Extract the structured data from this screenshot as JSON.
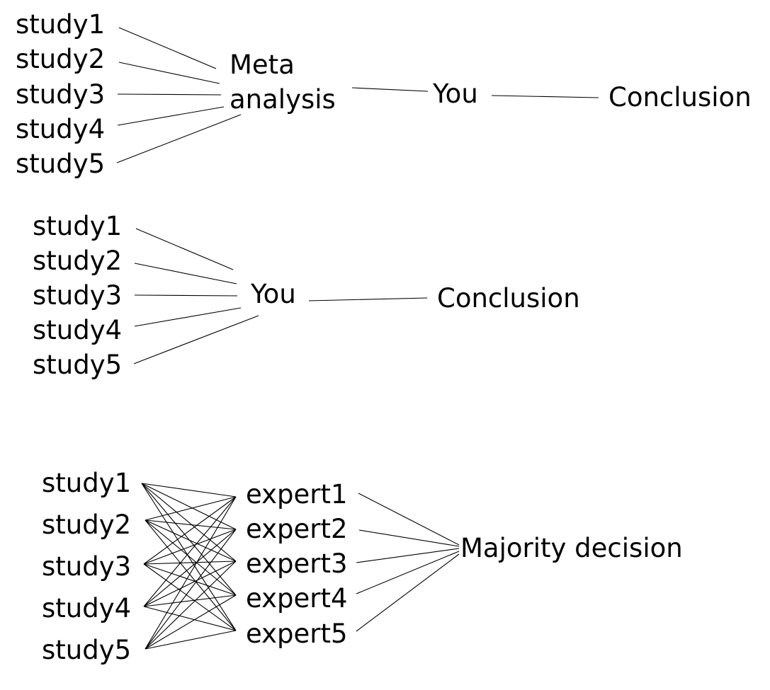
{
  "diagram1": {
    "studies": [
      "study1",
      "study2",
      "study3",
      "study4",
      "study5"
    ],
    "meta_line1": "Meta",
    "meta_line2": "analysis",
    "you": "You",
    "conclusion": "Conclusion"
  },
  "diagram2": {
    "studies": [
      "study1",
      "study2",
      "study3",
      "study4",
      "study5"
    ],
    "you": "You",
    "conclusion": "Conclusion"
  },
  "diagram3": {
    "studies": [
      "study1",
      "study2",
      "study3",
      "study4",
      "study5"
    ],
    "experts": [
      "expert1",
      "expert2",
      "expert3",
      "expert4",
      "expert5"
    ],
    "decision": "Majority decision"
  },
  "colors": {
    "ink": "#000000",
    "background": "#ffffff"
  }
}
